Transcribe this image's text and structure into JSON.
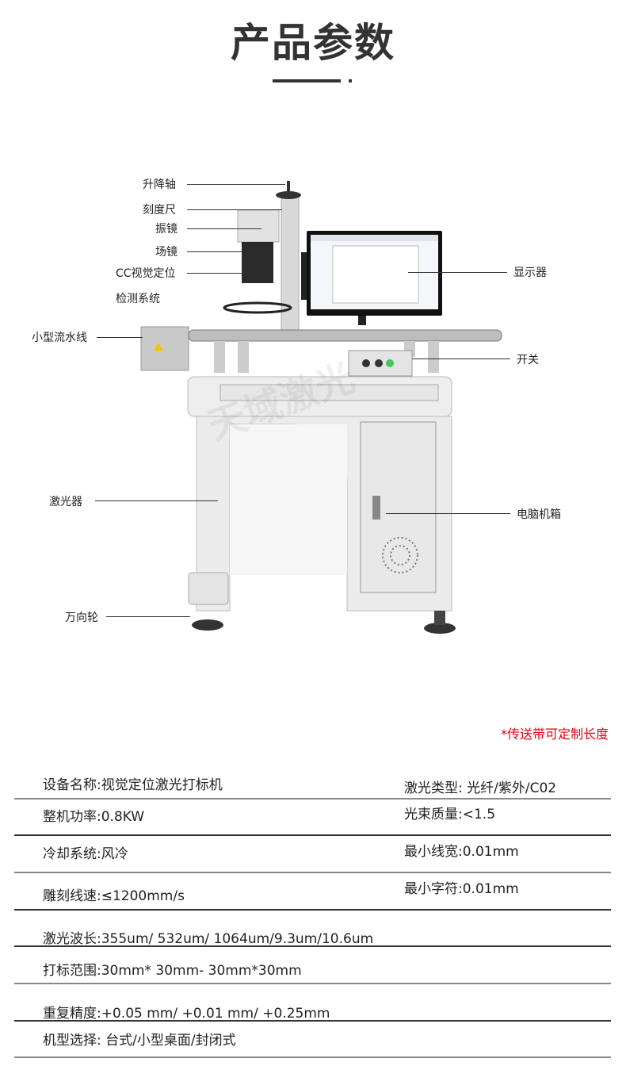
{
  "header": {
    "title": "产品参数"
  },
  "diagram": {
    "labels_left": [
      "升降轴",
      "刻度尺",
      "振镜",
      "场镜",
      "CC视觉定位",
      "检测系统",
      "小型流水线",
      "激光器",
      "万向轮"
    ],
    "labels_right": [
      "显示器",
      "开关",
      "电脑机箱"
    ],
    "watermark": "天域激光"
  },
  "note": "*传送带可定制长度",
  "specs": {
    "rows": [
      {
        "left": "设备名称:视觉定位激光打标机",
        "right": "激光类型: 光纤/紫外/C02"
      },
      {
        "left": "整机功率:0.8KW",
        "right": "光束质量:<1.5"
      },
      {
        "left": "冷却系统:风冷",
        "right": "最小线宽:0.01mm"
      },
      {
        "left": "雕刻线速:≤1200mm/s",
        "right": "最小字符:0.01mm"
      },
      {
        "left": "激光波长:355um/ 532um/ 1064um/9.3um/10.6um"
      },
      {
        "left": "打标范围:30mm* 30mm- 30mm*30mm"
      },
      {
        "left": "重复精度:+0.05 mm/ +0.01 mm/ +0.25mm"
      },
      {
        "left": "机型选择: 台式/小型桌面/封闭式"
      }
    ]
  }
}
